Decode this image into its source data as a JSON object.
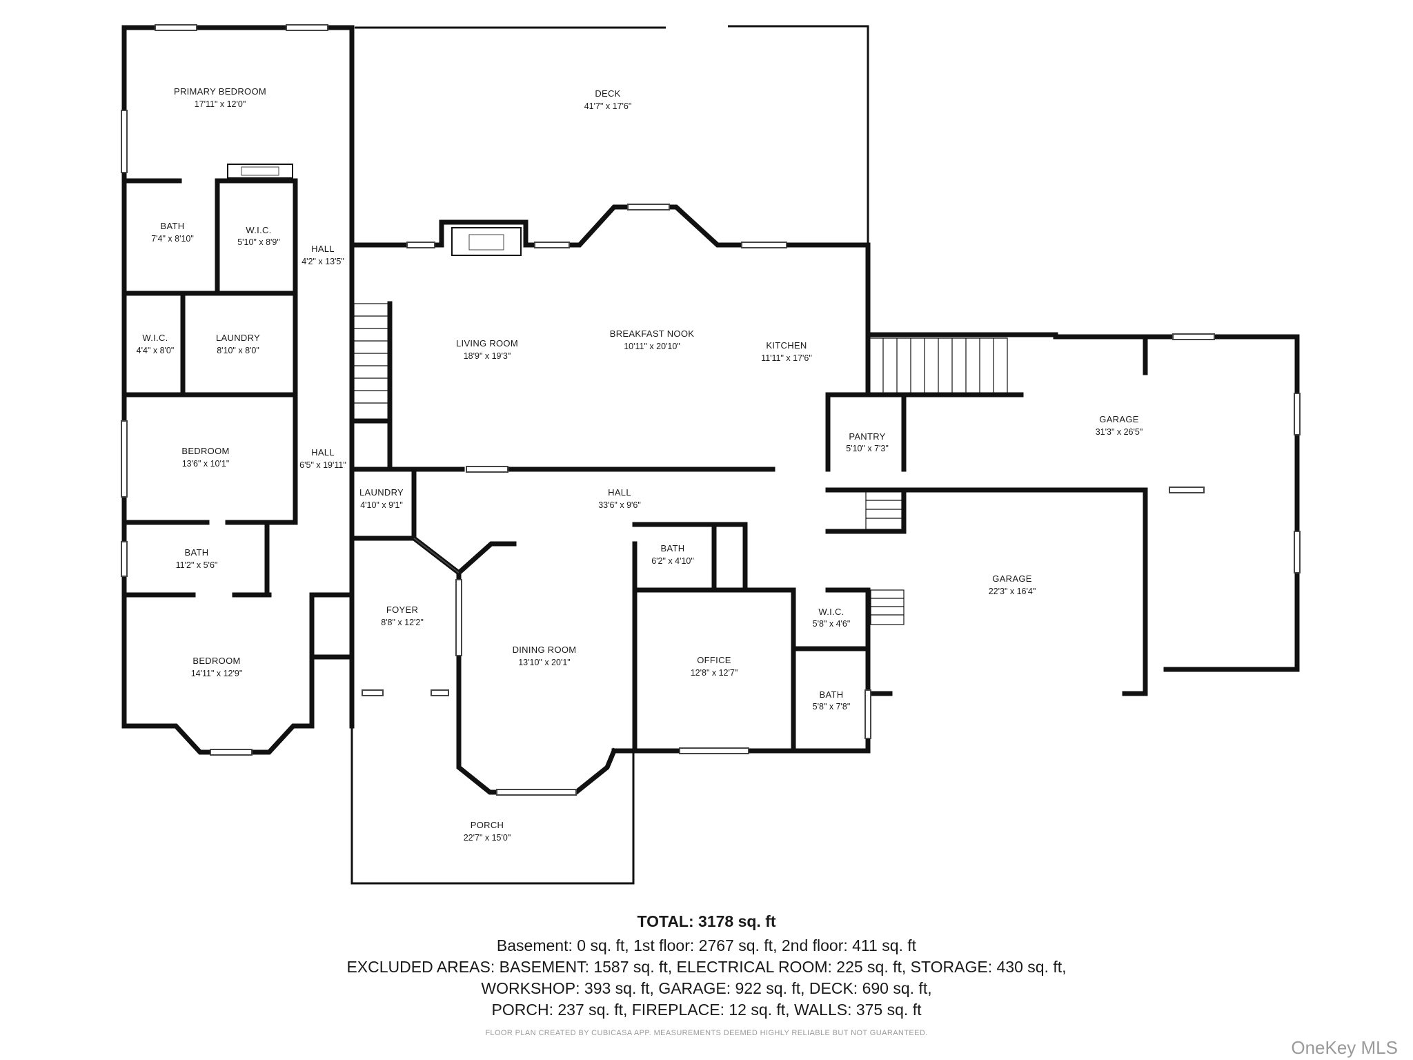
{
  "rooms": [
    {
      "name": "PRIMARY BEDROOM",
      "dim": "17'11\" x 12'0\""
    },
    {
      "name": "DECK",
      "dim": "41'7\" x 17'6\""
    },
    {
      "name": "BATH",
      "dim": "7'4\" x 8'10\""
    },
    {
      "name": "W.I.C.",
      "dim": "5'10\" x 8'9\""
    },
    {
      "name": "HALL",
      "dim": "4'2\" x 13'5\""
    },
    {
      "name": "W.I.C.",
      "dim": "4'4\" x 8'0\""
    },
    {
      "name": "LAUNDRY",
      "dim": "8'10\" x 8'0\""
    },
    {
      "name": "LIVING ROOM",
      "dim": "18'9\" x 19'3\""
    },
    {
      "name": "BREAKFAST NOOK",
      "dim": "10'11\" x 20'10\""
    },
    {
      "name": "KITCHEN",
      "dim": "11'11\" x 17'6\""
    },
    {
      "name": "GARAGE",
      "dim": "31'3\" x 26'5\""
    },
    {
      "name": "BEDROOM",
      "dim": "13'6\" x 10'1\""
    },
    {
      "name": "HALL",
      "dim": "6'5\" x 19'11\""
    },
    {
      "name": "PANTRY",
      "dim": "5'10\" x 7'3\""
    },
    {
      "name": "LAUNDRY",
      "dim": "4'10\" x 9'1\""
    },
    {
      "name": "HALL",
      "dim": "33'6\" x 9'6\""
    },
    {
      "name": "BATH",
      "dim": "11'2\" x 5'6\""
    },
    {
      "name": "BATH",
      "dim": "6'2\" x 4'10\""
    },
    {
      "name": "GARAGE",
      "dim": "22'3\" x 16'4\""
    },
    {
      "name": "FOYER",
      "dim": "8'8\" x 12'2\""
    },
    {
      "name": "W.I.C.",
      "dim": "5'8\" x 4'6\""
    },
    {
      "name": "DINING ROOM",
      "dim": "13'10\" x 20'1\""
    },
    {
      "name": "OFFICE",
      "dim": "12'8\" x 12'7\""
    },
    {
      "name": "BEDROOM",
      "dim": "14'11\" x 12'9\""
    },
    {
      "name": "BATH",
      "dim": "5'8\" x 7'8\""
    },
    {
      "name": "PORCH",
      "dim": "22'7\" x 15'0\""
    }
  ],
  "summary": {
    "total": "TOTAL: 3178 sq. ft",
    "lines": [
      "Basement: 0 sq. ft, 1st floor: 2767 sq. ft, 2nd floor: 411 sq. ft",
      "EXCLUDED AREAS: BASEMENT: 1587 sq. ft, ELECTRICAL ROOM: 225 sq. ft, STORAGE: 430 sq. ft,",
      "WORKSHOP: 393 sq. ft, GARAGE: 922 sq. ft, DECK: 690 sq. ft,",
      "PORCH: 237 sq. ft, FIREPLACE: 12 sq. ft, WALLS: 375 sq. ft"
    ]
  },
  "disclaimer": "FLOOR PLAN CREATED BY CUBICASA APP. MEASUREMENTS DEEMED HIGHLY RELIABLE BUT NOT GUARANTEED.",
  "logo": "OneKey MLS"
}
